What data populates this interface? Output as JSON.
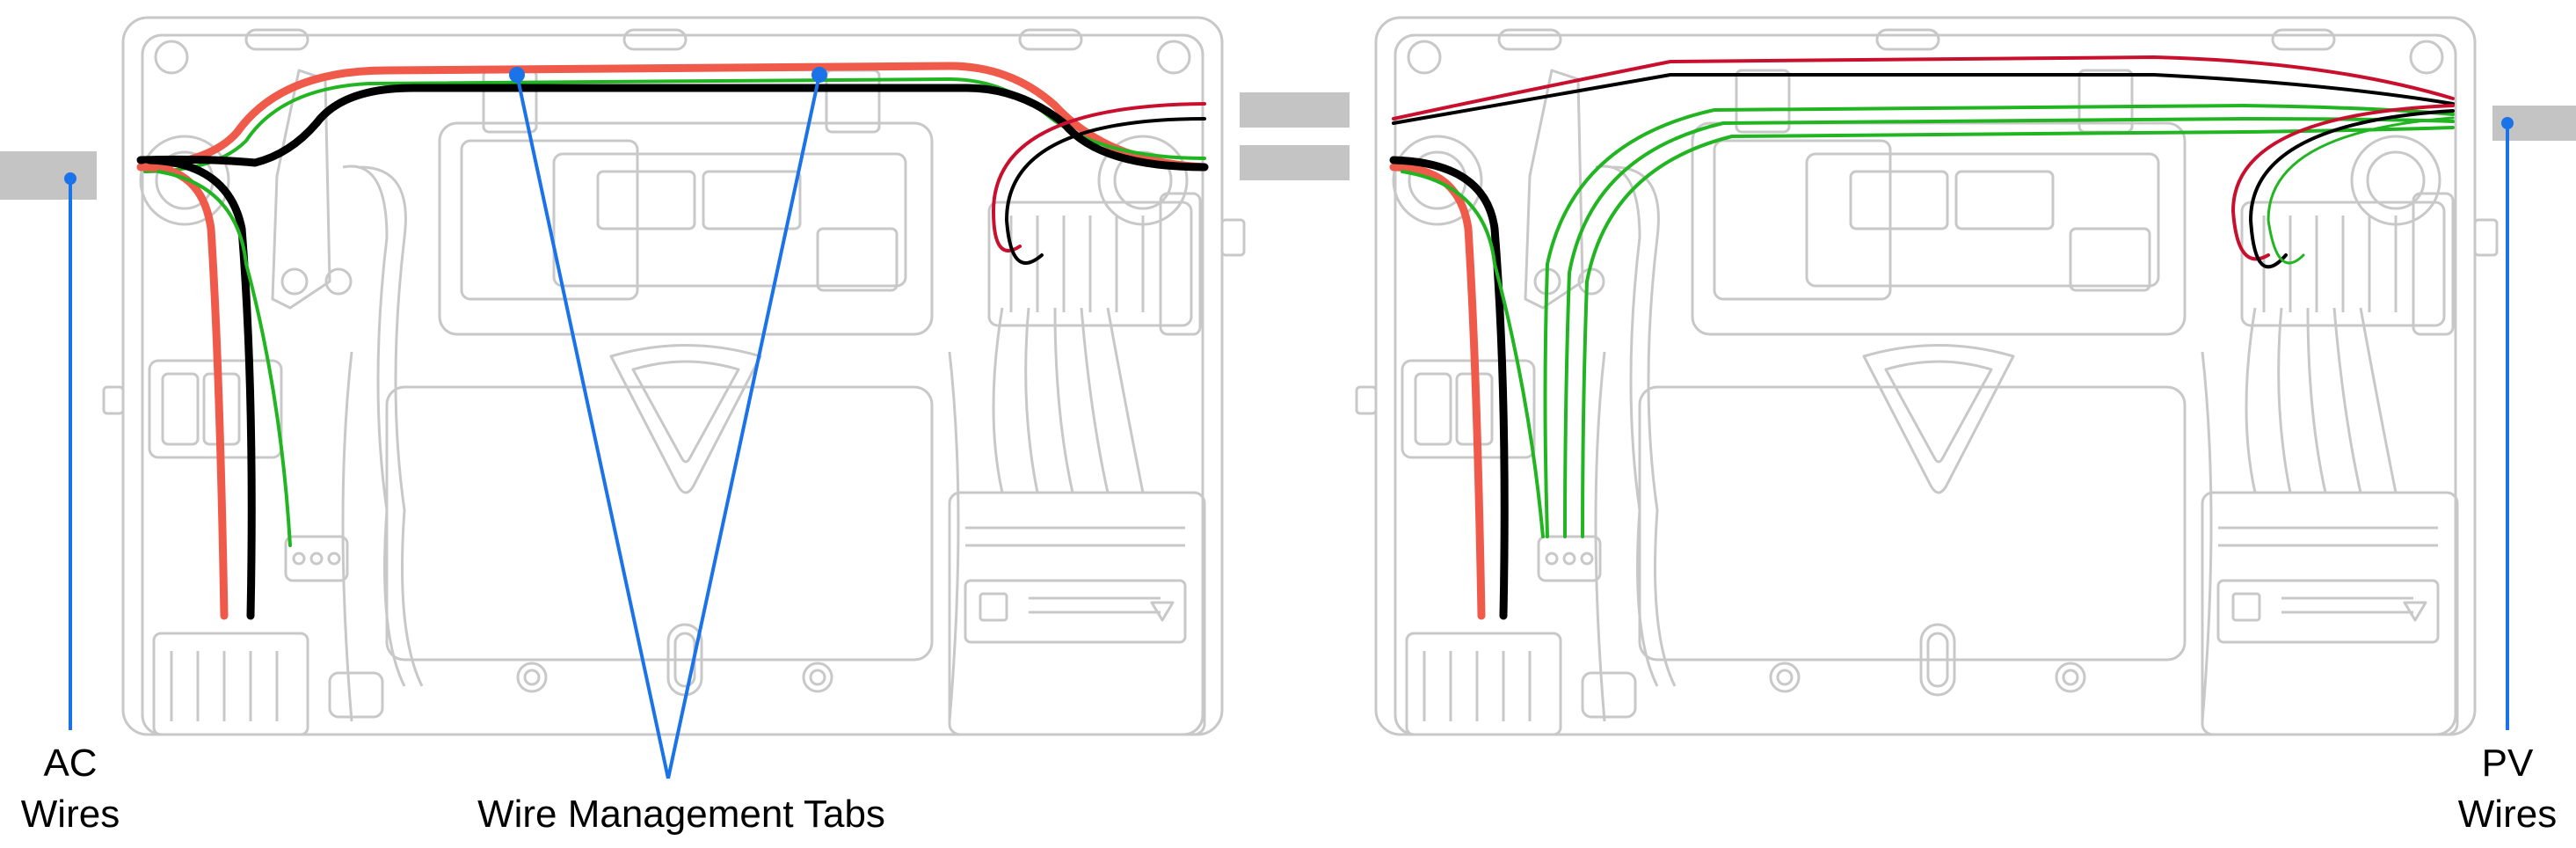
{
  "labels": {
    "ac_line1": "AC",
    "ac_line2": "Wires",
    "tabs": "Wire Management Tabs",
    "pv_line1": "PV",
    "pv_line2": "Wires"
  },
  "colors": {
    "outline": "#c8c8c8",
    "conduit": "#c4c4c4",
    "wire_red_ac": "#ef5a4a",
    "wire_red_pv": "#c8102e",
    "wire_black": "#000000",
    "wire_green": "#22b522",
    "callout": "#1a73e8"
  }
}
